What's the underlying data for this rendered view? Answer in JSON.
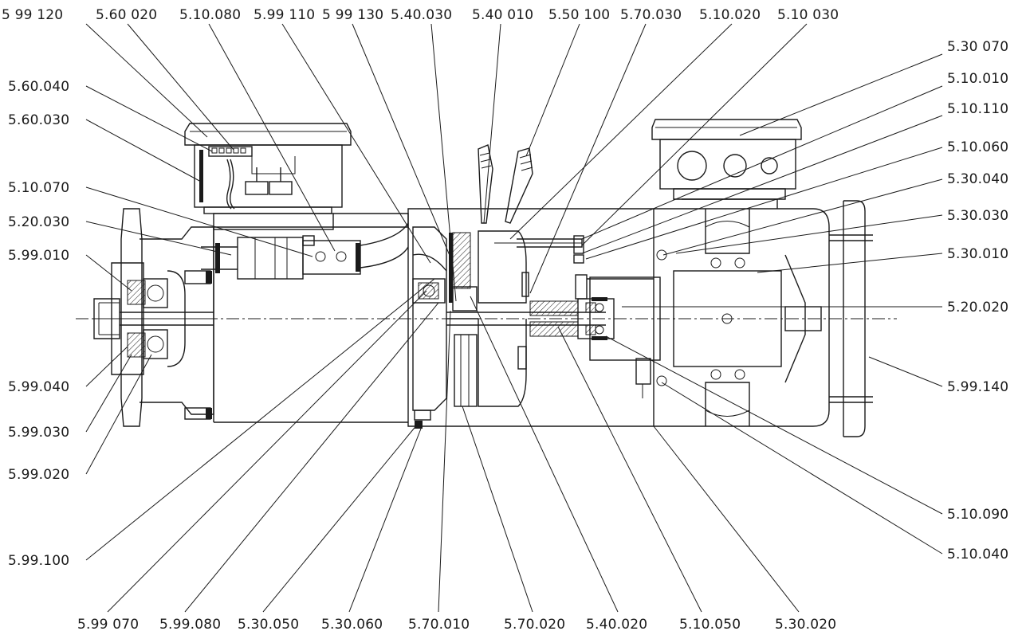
{
  "labels": {
    "top": [
      "5 99 120",
      "5.60 020",
      "5.10.080",
      "5.99 110",
      "5 99 130",
      "5.40.030",
      "5.40 010",
      "5.50 100",
      "5.70.030",
      "5.10.020",
      "5.10 030"
    ],
    "left": [
      "5.60.040",
      "5.60.030",
      "5.10.070",
      "5.20.030",
      "5.99.010",
      "5.99.040",
      "5.99.030",
      "5.99.020",
      "5.99.100"
    ],
    "right": [
      "5.30 070",
      "5.10.010",
      "5.10.110",
      "5.10.060",
      "5.30.040",
      "5.30.030",
      "5.30.010",
      "5.20.020",
      "5.99.140",
      "5.10.090",
      "5.10.040"
    ],
    "bottom": [
      "5.99 070",
      "5.99.080",
      "5.30.050",
      "5.30.060",
      "5.70.010",
      "5.70.020",
      "5.40.020",
      "5.10.050",
      "5.30.020"
    ]
  }
}
